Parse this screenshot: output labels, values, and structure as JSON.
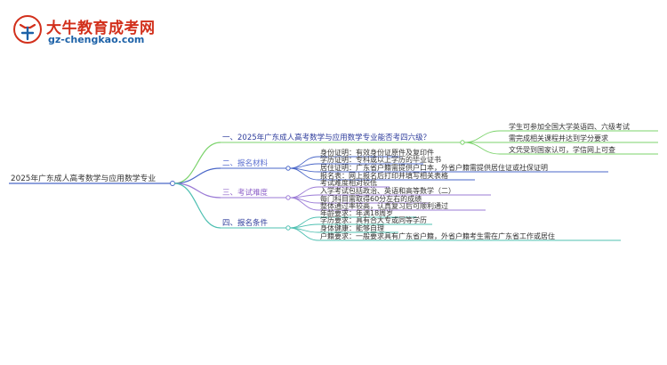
{
  "brand": {
    "name": "大牛教育成考网",
    "url": "gz-chengkao.com"
  },
  "colors": {
    "brand_red": "#d2301c",
    "brand_blue": "#1d62a8",
    "branch1": "#7bd36b",
    "branch2": "#4a67c8",
    "branch3": "#9b7bd6",
    "branch4": "#4fc0b2"
  },
  "mindmap": {
    "root": "2025年广东成人高考数学与应用数学专业",
    "branches": [
      {
        "label": "一、2025年广东成人高考数学与应用数学专业能否考四六级？",
        "children": [
          "学生可参加全国大学英语四、六级考试",
          "需完成相关课程并达到学分要求",
          "文凭受到国家认可，学信网上可查"
        ]
      },
      {
        "label": "二、报名材料",
        "children": [
          "身份证明：有效身份证原件及复印件",
          "学历证明：专科或以上学历的毕业证书",
          "居住证明：广东省户籍需提供户口本，外省户籍需提供居住证或社保证明",
          "报名表：网上报名后打印并填写相关表格"
        ]
      },
      {
        "label": "三、考试难度",
        "children": [
          "考试难度相对较低",
          "入学考试包括政治、英语和高等数学（二）",
          "每门科目需取得60分左右的成绩",
          "整体通过率较高，认真复习后可顺利通过"
        ]
      },
      {
        "label": "四、报名条件",
        "children": [
          "年龄要求：年满18周岁",
          "学历要求：具有合大专或同等学历",
          "身体健康：能够自理",
          "户籍要求：一般要求具有广东省户籍，外省户籍考生需在广东省工作或居住"
        ]
      }
    ]
  }
}
